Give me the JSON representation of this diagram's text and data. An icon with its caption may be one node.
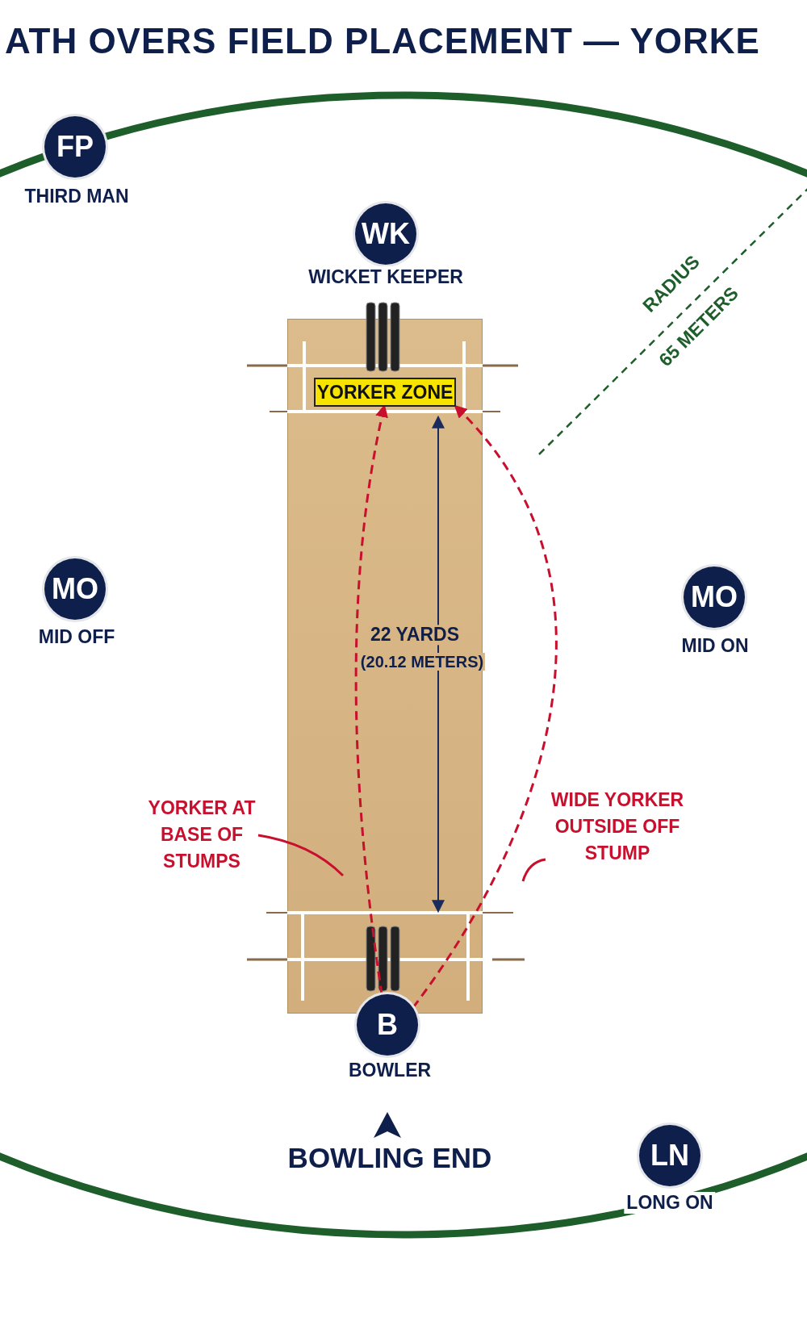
{
  "diagram": {
    "title": "ATH OVERS FIELD PLACEMENT — YORKE",
    "nodes": [
      {
        "text": [
          "FP"
        ],
        "beside": [
          "THIRD MAN"
        ]
      },
      {
        "text": [
          "WK"
        ],
        "beside": [
          "WICKET KEEPER"
        ]
      },
      {
        "text": [],
        "shape": "box"
      },
      {
        "text": [
          "YORKER ZONE"
        ],
        "in": 2
      },
      {
        "text": [
          "MO"
        ],
        "beside": [
          "MID OFF"
        ]
      },
      {
        "text": [
          "MO"
        ],
        "beside": [
          "MID ON"
        ]
      },
      {
        "text": [
          "YORKER AT BASE OF STUMPS"
        ]
      },
      {
        "text": [
          "WIDE YORKER OUTSIDE OFF STUMP"
        ]
      },
      {
        "text": [
          "B"
        ],
        "beside": [
          "BOWLER"
        ]
      },
      {
        "text": [
          "LN"
        ],
        "beside": [
          "LONG ON"
        ]
      }
    ],
    "edges": [
      {
        "from": 8,
        "to": 3,
        "arrow": "to",
        "style": "dashed",
        "color": "#c8102e"
      },
      {
        "from": 8,
        "to": 3,
        "arrow": "to",
        "style": "dashed",
        "color": "#c8102e"
      },
      {
        "from": 6,
        "to": null,
        "arrow": "none",
        "color": "#c8102e"
      },
      {
        "from": 7,
        "to": null,
        "arrow": "none",
        "color": "#c8102e"
      }
    ],
    "labels": [
      "22 YARDS",
      "(20.12 METERS)",
      "RADIUS",
      "65 METERS",
      "BOWLING END"
    ]
  }
}
